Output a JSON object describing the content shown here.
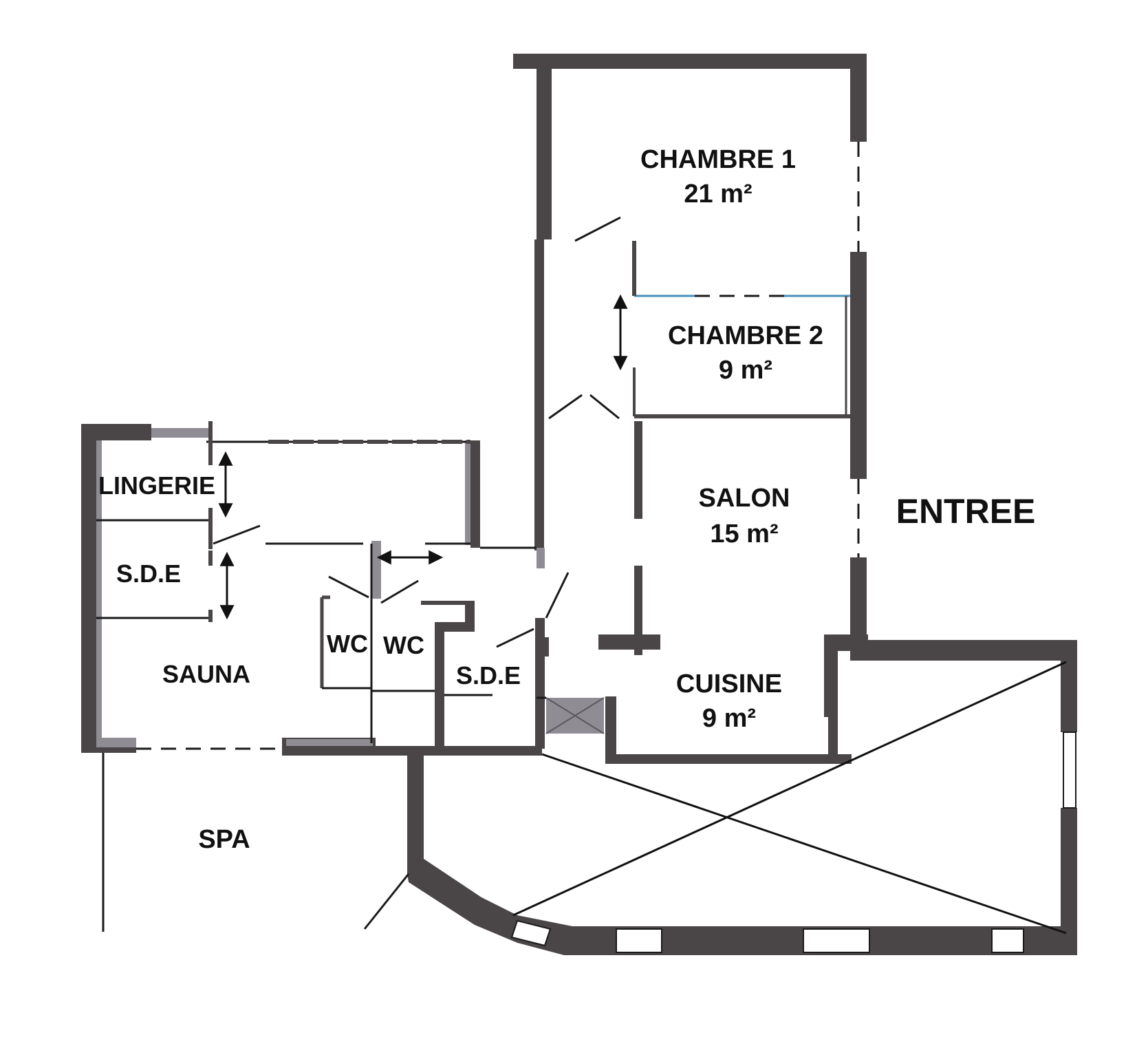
{
  "rooms": {
    "chambre1": {
      "name": "CHAMBRE 1",
      "area": "21 m²"
    },
    "chambre2": {
      "name": "CHAMBRE 2",
      "area": "9 m²"
    },
    "salon": {
      "name": "SALON",
      "area": "15 m²"
    },
    "cuisine": {
      "name": "CUISINE",
      "area": "9 m²"
    },
    "entree": {
      "name": "ENTREE"
    },
    "lingerie": {
      "name": "LINGERIE"
    },
    "sde_left": {
      "name": "S.D.E"
    },
    "sde_right": {
      "name": "S.D.E"
    },
    "wc_left": {
      "name": "WC"
    },
    "wc_right": {
      "name": "WC"
    },
    "sauna": {
      "name": "SAUNA"
    },
    "spa": {
      "name": "SPA"
    }
  },
  "colors": {
    "wall": "#4a4647",
    "hatch": "#8f8c93",
    "line": "#1a1a1a",
    "background": "#ffffff"
  }
}
